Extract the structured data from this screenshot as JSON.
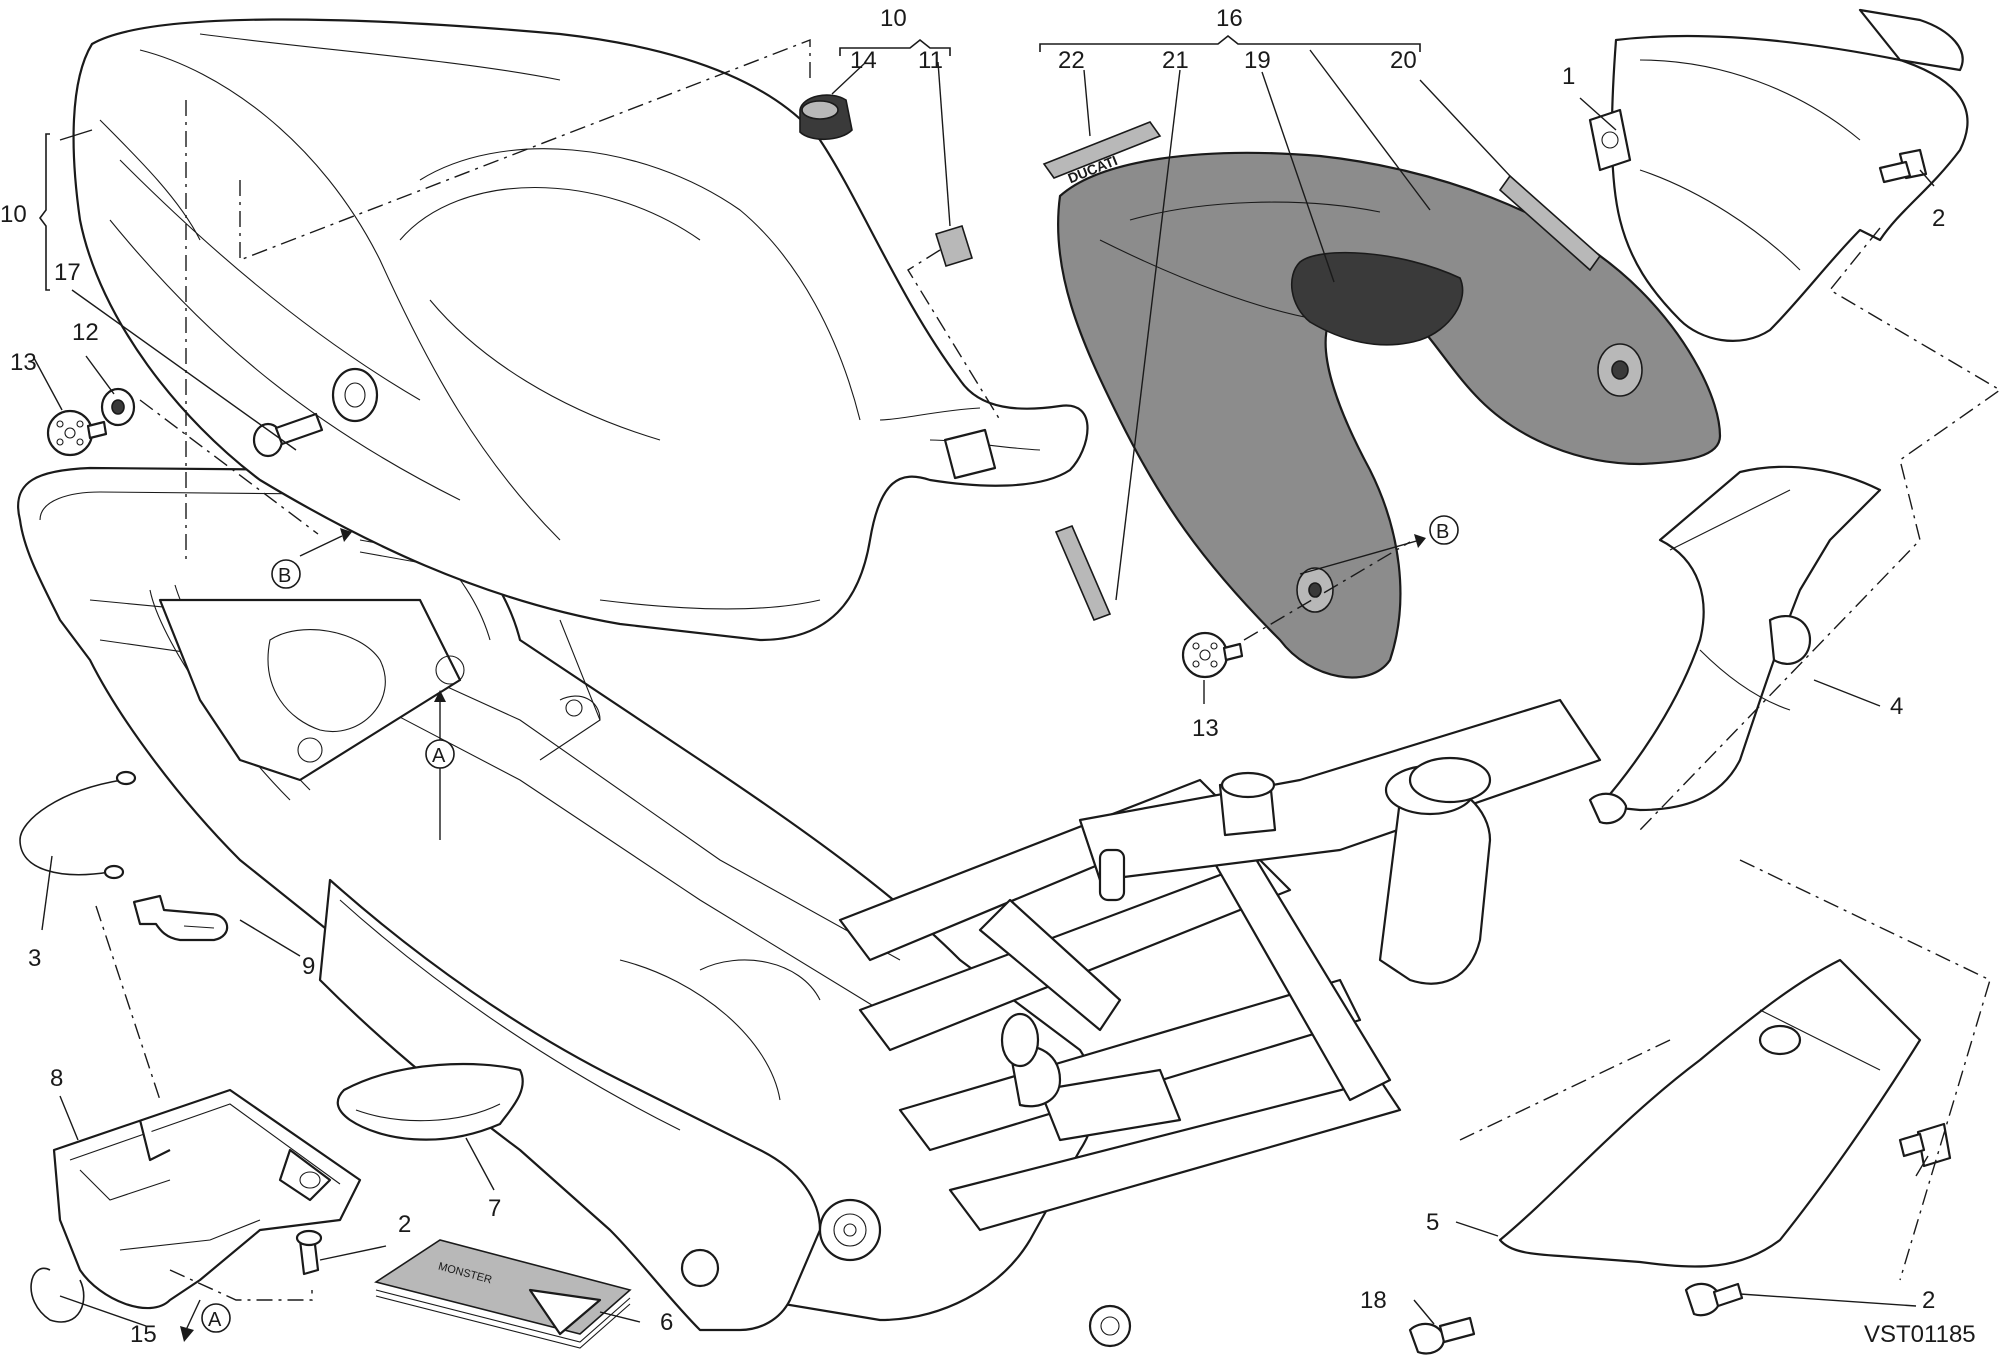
{
  "diagram": {
    "code": "VST01185",
    "callouts": {
      "c1": "1",
      "c2a": "2",
      "c2b": "2",
      "c2c": "2",
      "c3": "3",
      "c4": "4",
      "c5": "5",
      "c6": "6",
      "c7": "7",
      "c8": "8",
      "c9": "9",
      "c10a": "10",
      "c10b": "10",
      "c11": "11",
      "c12": "12",
      "c13a": "13",
      "c13b": "13",
      "c14": "14",
      "c15": "15",
      "c16": "16",
      "c17": "17",
      "c18": "18",
      "c19": "19",
      "c20": "20",
      "c21": "21",
      "c22": "22"
    },
    "refs": {
      "a1": "A",
      "a2": "A",
      "b1": "B",
      "b2": "B"
    },
    "decals": {
      "brand": "DUCATI",
      "manual": "MONSTER"
    }
  }
}
